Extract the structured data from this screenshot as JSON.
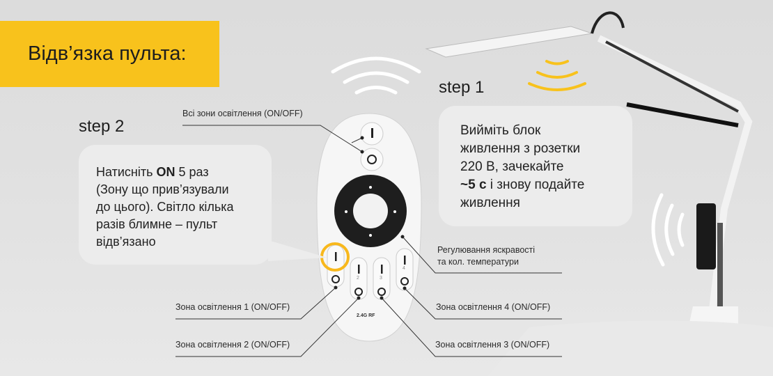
{
  "title": "Відв’язка пульта:",
  "step1": {
    "label": "step 1",
    "lines": [
      "Вийміть блок",
      "живлення з розетки",
      "220 В, зачекайте"
    ],
    "bold": "~5 с",
    "after_bold": " і знову подайте",
    "last": "живлення"
  },
  "step2": {
    "label": "step 2",
    "prefix": "Натисніть ",
    "bold": "ON",
    "suffix": " 5 раз",
    "lines": [
      "(Зону що прив’язували",
      "до цього). Світло кілька",
      "разів блимне – пульт",
      "відв’язано"
    ]
  },
  "callouts": {
    "all_zones": "Всі зони освітлення (ON/OFF)",
    "brightness_1": "Регулювання яскравості",
    "brightness_2": "та кол. температури",
    "zone1": "Зона освітлення 1 (ON/OFF)",
    "zone2": "Зона освітлення 2 (ON/OFF)",
    "zone3": "Зона освітлення 3 (ON/OFF)",
    "zone4": "Зона освітлення 4 (ON/OFF)"
  },
  "remote": {
    "badge": "2.4G RF",
    "zone_numbers": [
      "2",
      "3",
      "4"
    ]
  },
  "colors": {
    "accent": "#f8c21c",
    "bubble": "#ececec"
  }
}
